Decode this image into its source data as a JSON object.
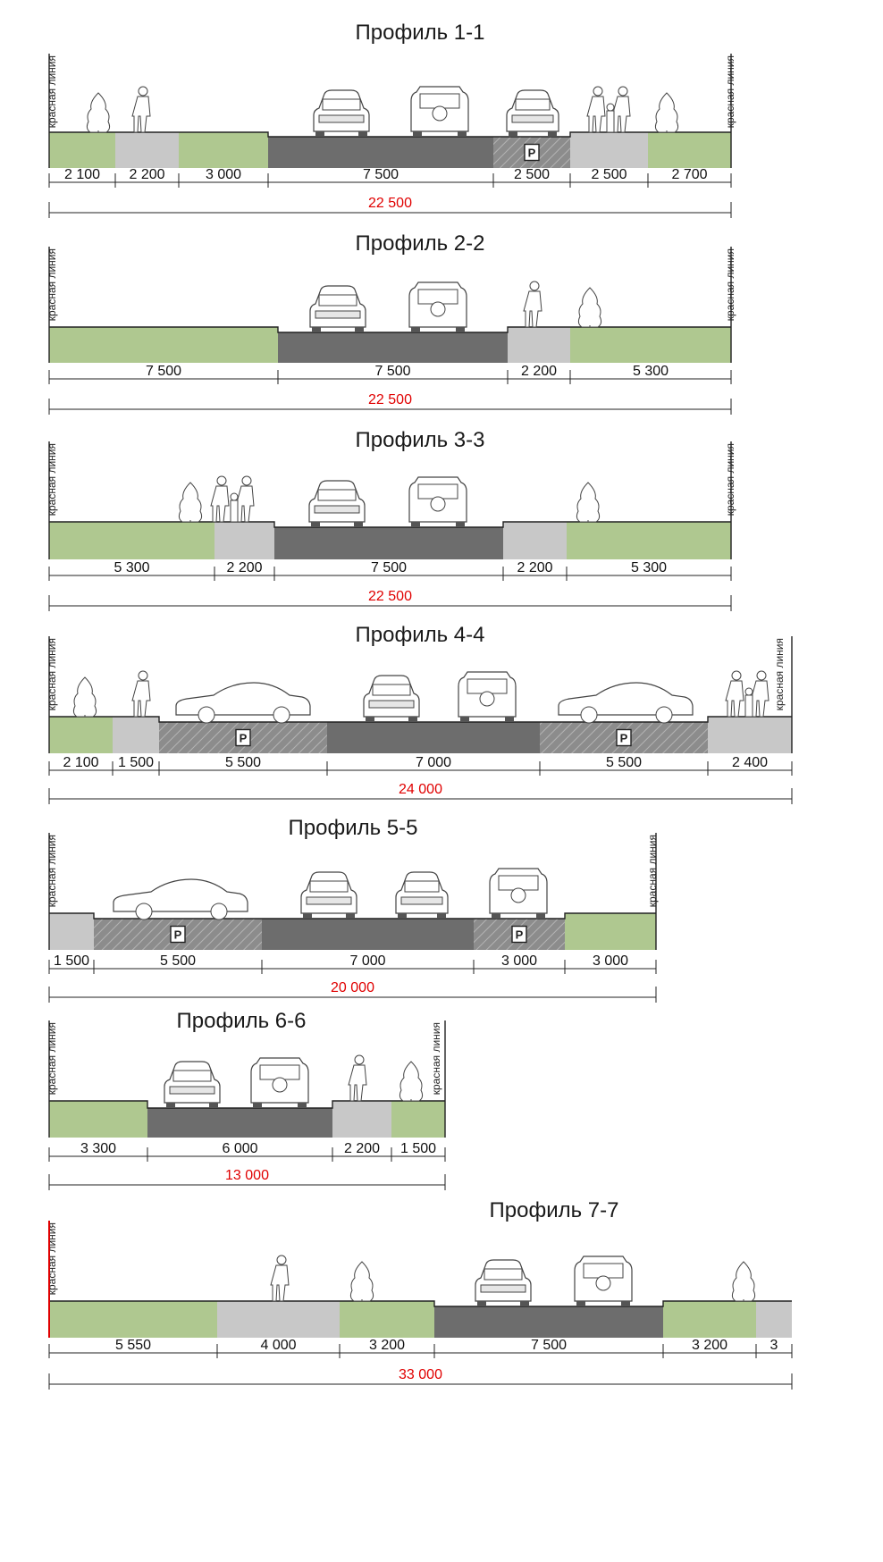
{
  "colors": {
    "green": "#afc890",
    "walk": "#c8c8c8",
    "road": "#6d6d6d",
    "parking": "#8a8a8a",
    "redline": "#e00000",
    "total": "#e00000"
  },
  "profiles": [
    {
      "title": "Профиль 1-1",
      "red_line_label": "красная линия",
      "segments": [
        {
          "type": "green",
          "width_label": "2 100"
        },
        {
          "type": "walk",
          "width_label": "2 200"
        },
        {
          "type": "green",
          "width_label": "3 000"
        },
        {
          "type": "road",
          "width_label": "7 500"
        },
        {
          "type": "parking",
          "width_label": "2 500",
          "parking_sign": "P"
        },
        {
          "type": "walk",
          "width_label": "2 500"
        },
        {
          "type": "green",
          "width_label": "2 700"
        }
      ],
      "total": "22 500"
    },
    {
      "title": "Профиль 2-2",
      "red_line_label": "красная линия",
      "segments": [
        {
          "type": "green",
          "width_label": "7 500"
        },
        {
          "type": "road",
          "width_label": "7 500"
        },
        {
          "type": "walk",
          "width_label": "2 200"
        },
        {
          "type": "green",
          "width_label": "5 300"
        }
      ],
      "total": "22 500"
    },
    {
      "title": "Профиль 3-3",
      "red_line_label": "красная линия",
      "segments": [
        {
          "type": "green",
          "width_label": "5 300"
        },
        {
          "type": "walk",
          "width_label": "2 200"
        },
        {
          "type": "road",
          "width_label": "7 500"
        },
        {
          "type": "walk",
          "width_label": "2 200"
        },
        {
          "type": "green",
          "width_label": "5 300"
        }
      ],
      "total": "22 500"
    },
    {
      "title": "Профиль 4-4",
      "red_line_label": "красная линия",
      "segments": [
        {
          "type": "green",
          "width_label": "2 100"
        },
        {
          "type": "walk",
          "width_label": "1 500"
        },
        {
          "type": "parking",
          "width_label": "5 500",
          "parking_sign": "P"
        },
        {
          "type": "road",
          "width_label": "7 000"
        },
        {
          "type": "parking",
          "width_label": "5 500",
          "parking_sign": "P"
        },
        {
          "type": "walk",
          "width_label": "2 400"
        }
      ],
      "total": "24 000"
    },
    {
      "title": "Профиль 5-5",
      "red_line_label": "красная линия",
      "segments": [
        {
          "type": "walk",
          "width_label": "1 500"
        },
        {
          "type": "parking",
          "width_label": "5 500",
          "parking_sign": "P"
        },
        {
          "type": "road",
          "width_label": "7 000"
        },
        {
          "type": "parking",
          "width_label": "3 000",
          "parking_sign": "P"
        },
        {
          "type": "green",
          "width_label": "3 000"
        }
      ],
      "total": "20 000"
    },
    {
      "title": "Профиль 6-6",
      "red_line_label": "красная линия",
      "segments": [
        {
          "type": "green",
          "width_label": "3 300"
        },
        {
          "type": "road",
          "width_label": "6 000"
        },
        {
          "type": "walk",
          "width_label": "2 200"
        },
        {
          "type": "green",
          "width_label": "1 500"
        }
      ],
      "total": "13 000"
    },
    {
      "title": "Профиль 7-7",
      "red_line_label": "красная линия",
      "segments": [
        {
          "type": "green",
          "width_label": "5 550"
        },
        {
          "type": "walk",
          "width_label": "4 000"
        },
        {
          "type": "green",
          "width_label": "3 200"
        },
        {
          "type": "road",
          "width_label": "7 500"
        },
        {
          "type": "green",
          "width_label": "3 200"
        },
        {
          "type": "walk",
          "width_label": "3"
        }
      ],
      "total": "33 000"
    }
  ]
}
